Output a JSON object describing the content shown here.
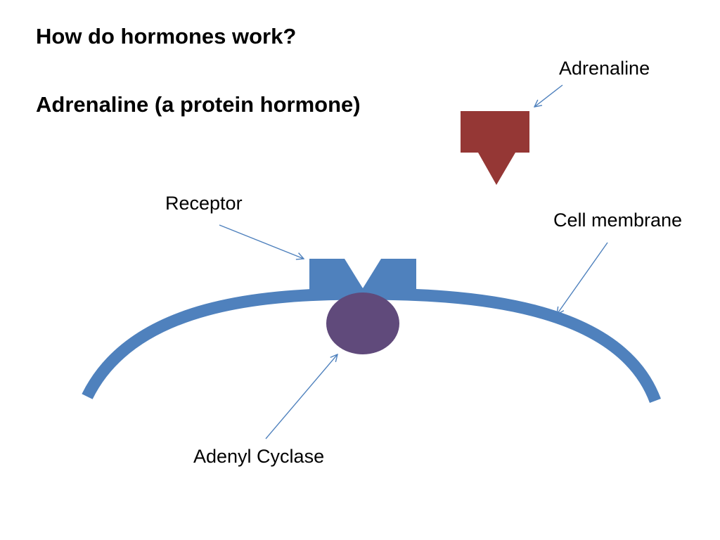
{
  "heading": "How do hormones work?",
  "subheading": "Adrenaline (a protein hormone)",
  "labels": {
    "adrenaline": "Adrenaline",
    "receptor": "Receptor",
    "cell_membrane": "Cell membrane",
    "adenyl_cyclase": "Adenyl Cyclase"
  },
  "colors": {
    "adrenaline": "#953735",
    "receptor": "#4F81BD",
    "membrane": "#4F81BD",
    "adenyl_cyclase": "#604A7B",
    "arrow": "#4F81BD"
  }
}
